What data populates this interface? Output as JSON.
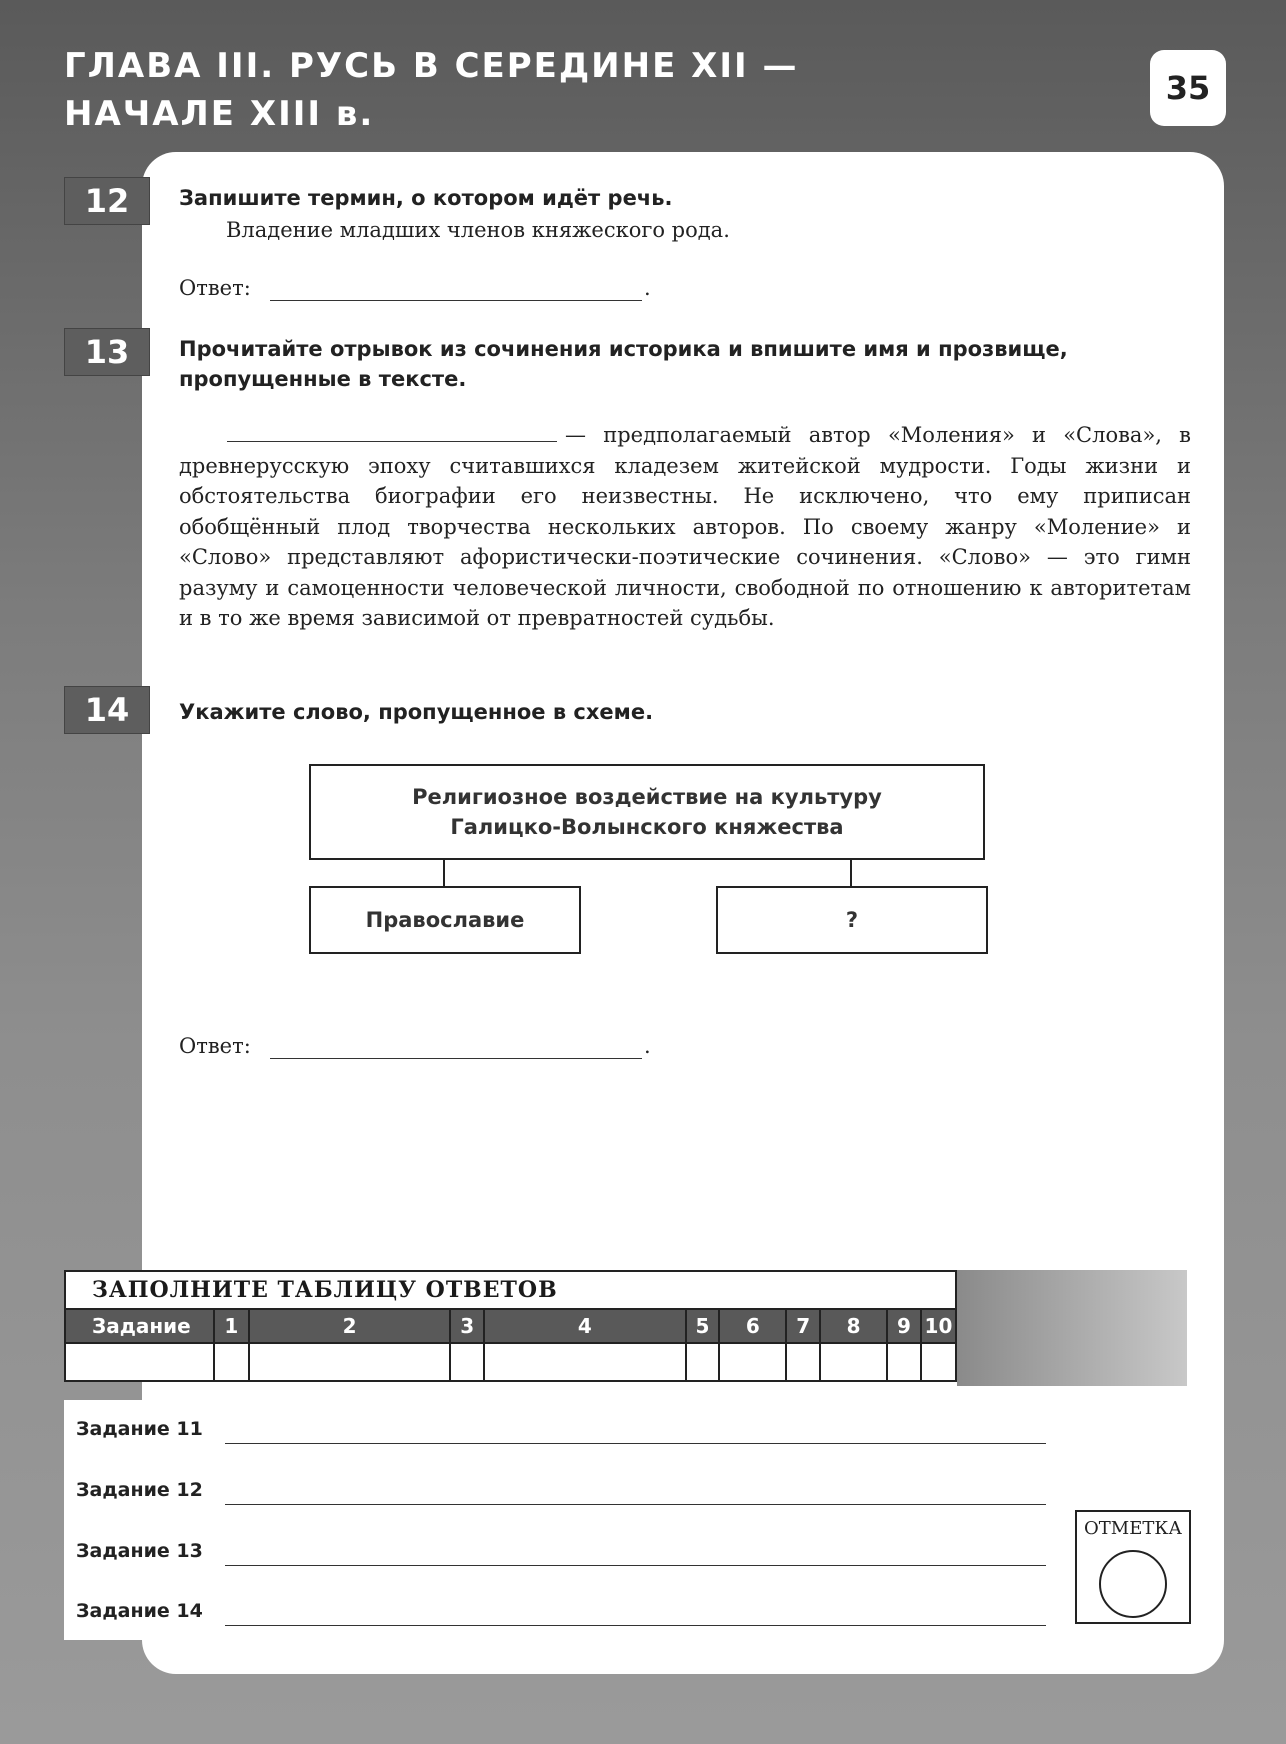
{
  "header": {
    "chapter_line1": "ГЛАВА III. РУСЬ В СЕРЕДИНЕ XII —",
    "chapter_line2": "НАЧАЛЕ XIII в.",
    "page_number": "35"
  },
  "tasks": {
    "t12": {
      "number": "12",
      "prompt": "Запишите термин, о котором идёт речь.",
      "text": "Владение младших членов княжеского рода.",
      "answer_label": "Ответ:",
      "answer_end": "."
    },
    "t13": {
      "number": "13",
      "prompt_line1": "Прочитайте отрывок из сочинения историка и впишите имя и прозвище,",
      "prompt_line2": "пропущенные в тексте.",
      "passage": "— предполагаемый автор «Моления» и «Слова», в древнерусскую эпоху считавшихся кладезем житейской мудрости. Годы жизни и обстоятельства биографии его неизвестны. Не исключено, что ему приписан обобщённый плод творчества нескольких авторов. По своему жанру «Моление» и «Слово» представляют афористически-поэтические сочинения. «Слово» — это гимн разуму и самоценности человеческой личности, свободной по отношению к авторитетам и в то же время зависимой от превратностей судьбы."
    },
    "t14": {
      "number": "14",
      "prompt": "Укажите слово, пропущенное в схеме.",
      "diagram": {
        "top_line1": "Религиозное воздействие на культуру",
        "top_line2": "Галицко-Волынского княжества",
        "left": "Православие",
        "right": "?"
      },
      "answer_label": "Ответ:",
      "answer_end": "."
    }
  },
  "answers_table": {
    "title": "ЗАПОЛНИТЕ ТАБЛИЦУ ОТВЕТОВ",
    "header": [
      "Задание",
      "1",
      "2",
      "3",
      "4",
      "5",
      "6",
      "7",
      "8",
      "9",
      "10"
    ]
  },
  "final_answers": {
    "rows": [
      "Задание 11",
      "Задание 12",
      "Задание 13",
      "Задание 14"
    ],
    "mark_label": "ОТМЕТКА"
  }
}
